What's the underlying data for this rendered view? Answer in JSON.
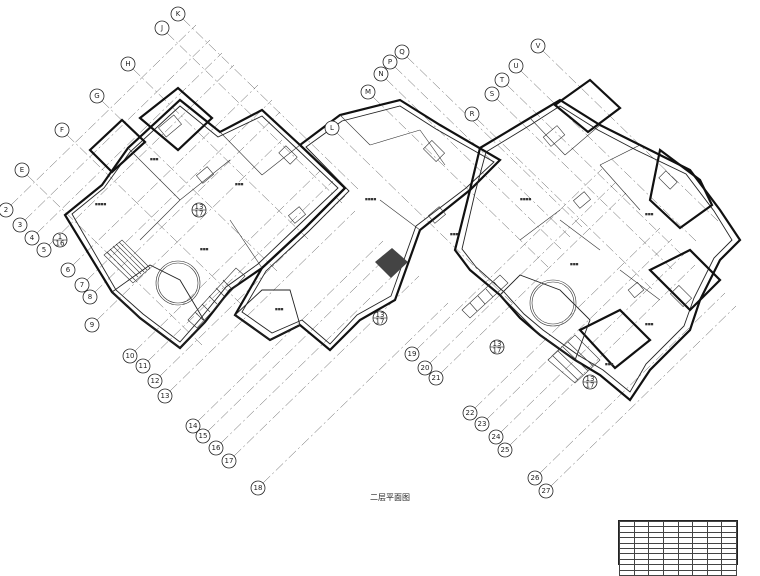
{
  "drawing_title": "二层平面图",
  "grid_letters": [
    "E",
    "F",
    "G",
    "H",
    "J",
    "K",
    "L",
    "M",
    "N",
    "P",
    "Q",
    "R",
    "S",
    "T",
    "U",
    "V"
  ],
  "grid_numbers": [
    "2",
    "3",
    "4",
    "5",
    "6",
    "7",
    "8",
    "9",
    "10",
    "11",
    "12",
    "13",
    "14",
    "15",
    "16",
    "17",
    "18",
    "19",
    "20",
    "21",
    "22",
    "23",
    "24",
    "25",
    "26",
    "27"
  ],
  "section_markers": [
    "1/16",
    "13/17",
    "13/17",
    "13/17",
    "13/17"
  ]
}
